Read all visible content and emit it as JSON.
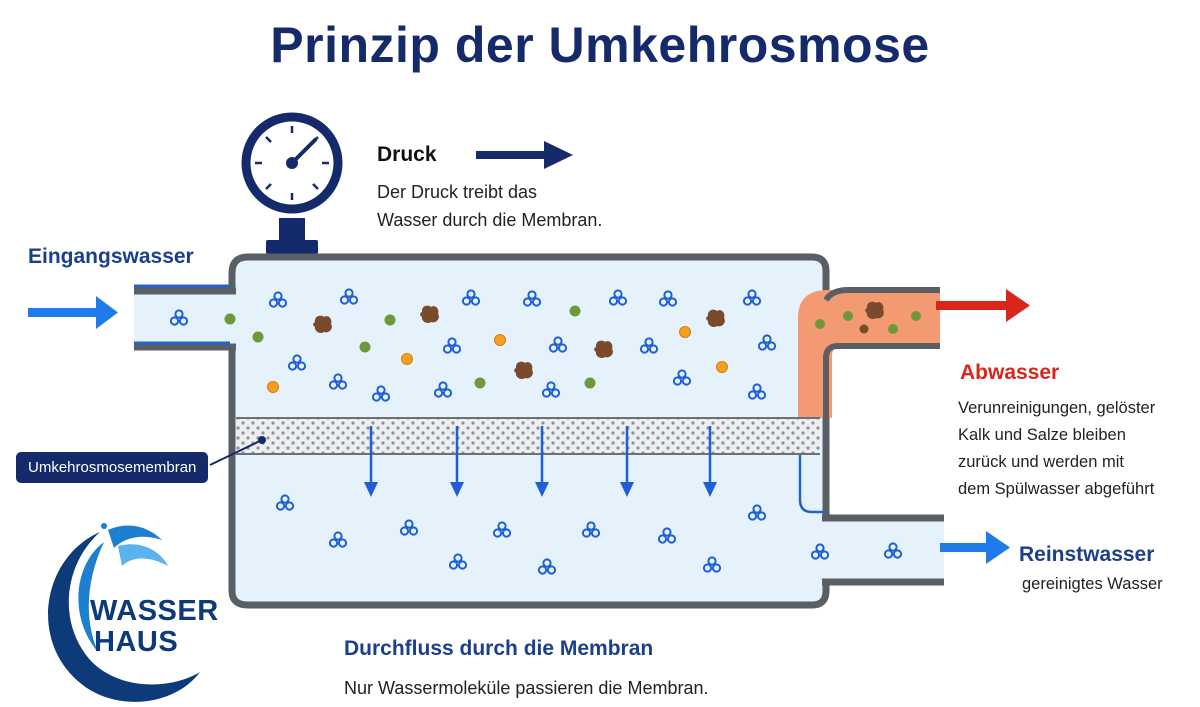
{
  "title": "Prinzip der Umkehrosmose",
  "labels": {
    "druck_title": "Druck",
    "druck_line1": "Der Druck treibt das",
    "druck_line2": "Wasser durch die Membran.",
    "eingang": "Eingangswasser",
    "abwasser_title": "Abwasser",
    "abwasser_line1": "Verunreinigungen, gelöster",
    "abwasser_line2": "Kalk und Salze bleiben",
    "abwasser_line3": "zurück und werden mit",
    "abwasser_line4": "dem Spülwasser abgeführt",
    "membran_badge": "Umkehrosmosemembran",
    "rein_title": "Reinstwasser",
    "rein_sub": "gereinigtes Wasser",
    "fluss_title": "Durchfluss durch die Membran",
    "fluss_sub": "Nur Wassermoleküle passieren die Membran."
  },
  "logo": {
    "line1": "WASSER",
    "line2": "HAUS"
  },
  "colors": {
    "navy": "#152a6b",
    "water": "#e5f2fb",
    "molecule": "#1f5fd6",
    "arrow_blue": "#1f7be8",
    "arrow_red": "#d9261c",
    "waste": "#f39a72",
    "wall": "#5a5f66",
    "mineral_green": "#6c9a3a",
    "salt_orange": "#f3a020",
    "dirt_brown": "#7a4a2c"
  }
}
